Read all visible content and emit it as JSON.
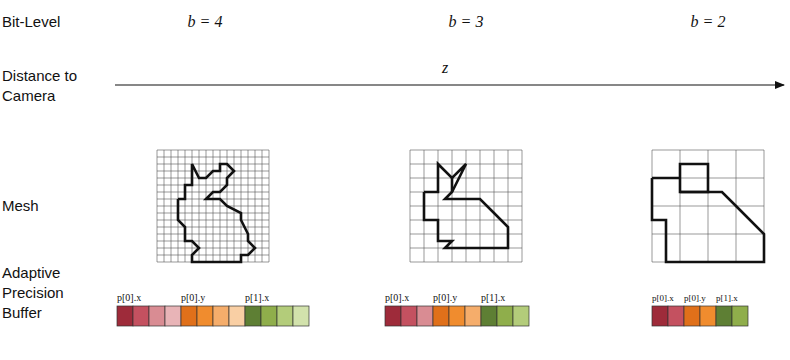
{
  "diagram": {
    "labels": [
      "Bit-Level",
      "b = 4",
      "b = 3",
      "b = 2",
      "Distance to Camera",
      "z",
      "Mesh",
      "Adaptive Precision Buffer",
      "p[0].x",
      "p[0].y",
      "p[1].x",
      "p[0].x",
      "p[0].y",
      "p[1].x",
      "p[0].x",
      "p[0].y",
      "p[1].x"
    ]
  }
}
